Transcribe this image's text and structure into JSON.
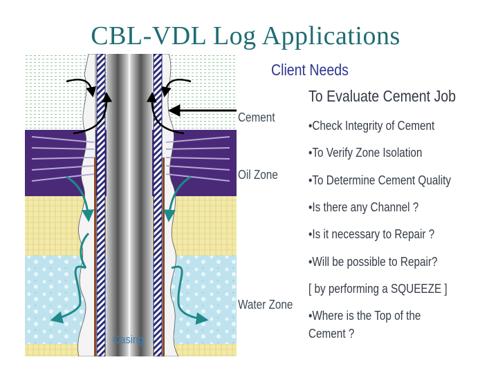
{
  "title": "CBL-VDL Log Applications",
  "labels": {
    "cement": "Cement",
    "oil_zone": "Oil Zone",
    "water_zone": "Water Zone",
    "casing": "Casing"
  },
  "client_needs": "Client Needs",
  "heading": "To Evaluate Cement Job",
  "items": [
    "•Check Integrity of Cement",
    "•To Verify Zone Isolation",
    "•To Determine Cement Quality",
    "•Is there any Channel ?",
    "•Is it necessary to Repair ?",
    "•Will be possible to Repair?",
    "[ by performing a SQUEEZE ]",
    "•Where is the Top of the",
    "Cement ?"
  ],
  "colors": {
    "title": "#1f6c73",
    "client_needs": "#2d3590",
    "oil_zone": "#4a2a78",
    "sand": "#f3e9a8",
    "water": "#bfe3ee",
    "casing": "#8a4a2a",
    "flow_arrow": "#1f8a8a"
  }
}
